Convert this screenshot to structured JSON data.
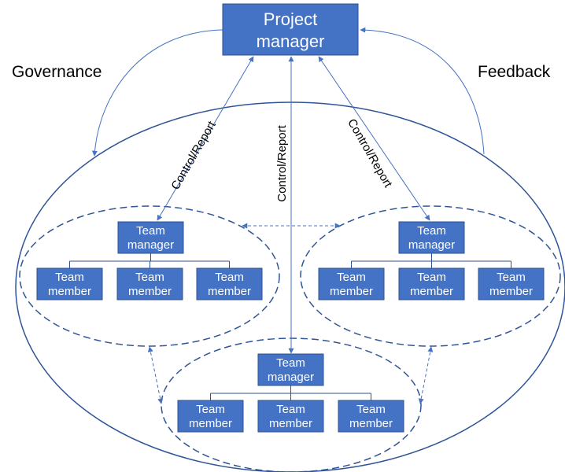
{
  "project_manager": {
    "line1": "Project",
    "line2": "manager"
  },
  "side_labels": {
    "left": "Governance",
    "right": "Feedback"
  },
  "arrow_label": "Control/Report",
  "team_manager": {
    "line1": "Team",
    "line2": "manager"
  },
  "team_member": {
    "line1": "Team",
    "line2": "member"
  },
  "colors": {
    "box": "#4472C4",
    "border": "#2F528F",
    "line": "#4472C4"
  }
}
